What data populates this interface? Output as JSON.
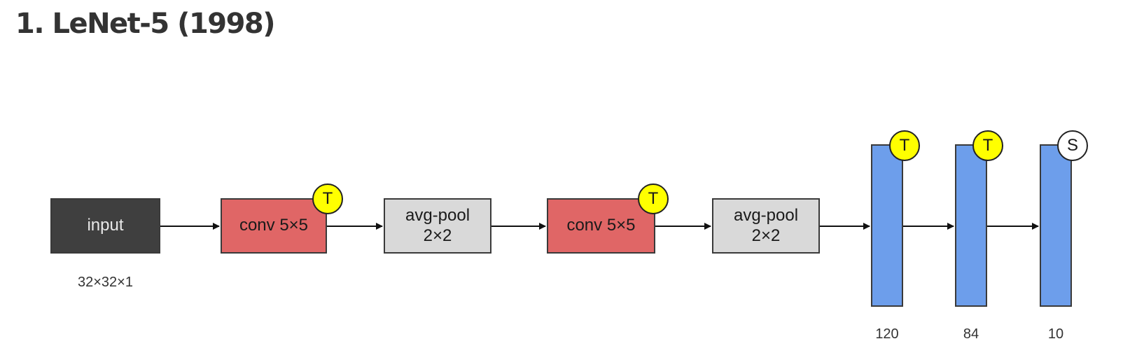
{
  "title": "1. LeNet-5 (1998)",
  "diagram": {
    "input": {
      "label": "input",
      "shape": "32×32×1"
    },
    "conv1": {
      "label": "conv 5×5",
      "badge": "T"
    },
    "pool1": {
      "label": "avg-pool\n2×2"
    },
    "conv2": {
      "label": "conv 5×5",
      "badge": "T"
    },
    "pool2": {
      "label": "avg-pool\n2×2"
    },
    "fc1": {
      "units": "120",
      "badge": "T"
    },
    "fc2": {
      "units": "84",
      "badge": "T"
    },
    "fc3": {
      "units": "10",
      "badge": "S"
    }
  },
  "colors": {
    "input": "#3f3f3f",
    "conv": "#e06666",
    "pool": "#d9d9d9",
    "fc": "#6d9eeb",
    "tanh_badge": "#ffff00",
    "softmax_badge": "#ffffff"
  }
}
